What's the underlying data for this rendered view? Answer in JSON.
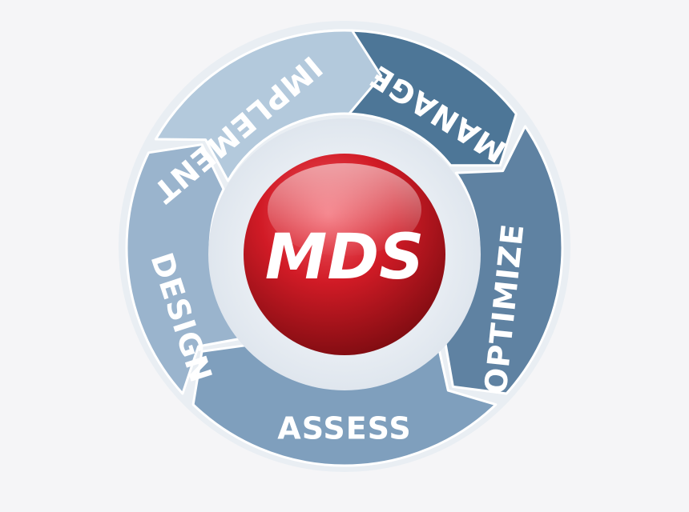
{
  "diagram": {
    "center_label": "MDS",
    "segments": [
      {
        "label": "MANAGE",
        "color": "#4d7697"
      },
      {
        "label": "OPTIMIZE",
        "color": "#5f82a2"
      },
      {
        "label": "ASSESS",
        "color": "#7f9fbd"
      },
      {
        "label": "DESIGN",
        "color": "#9ab4cd"
      },
      {
        "label": "IMPLEMENT",
        "color": "#b3c9dc"
      }
    ],
    "ring_color": "#e6ecf2",
    "center_colors": {
      "light": "#f2606a",
      "main": "#d11b26",
      "dark": "#8f0d14"
    }
  }
}
